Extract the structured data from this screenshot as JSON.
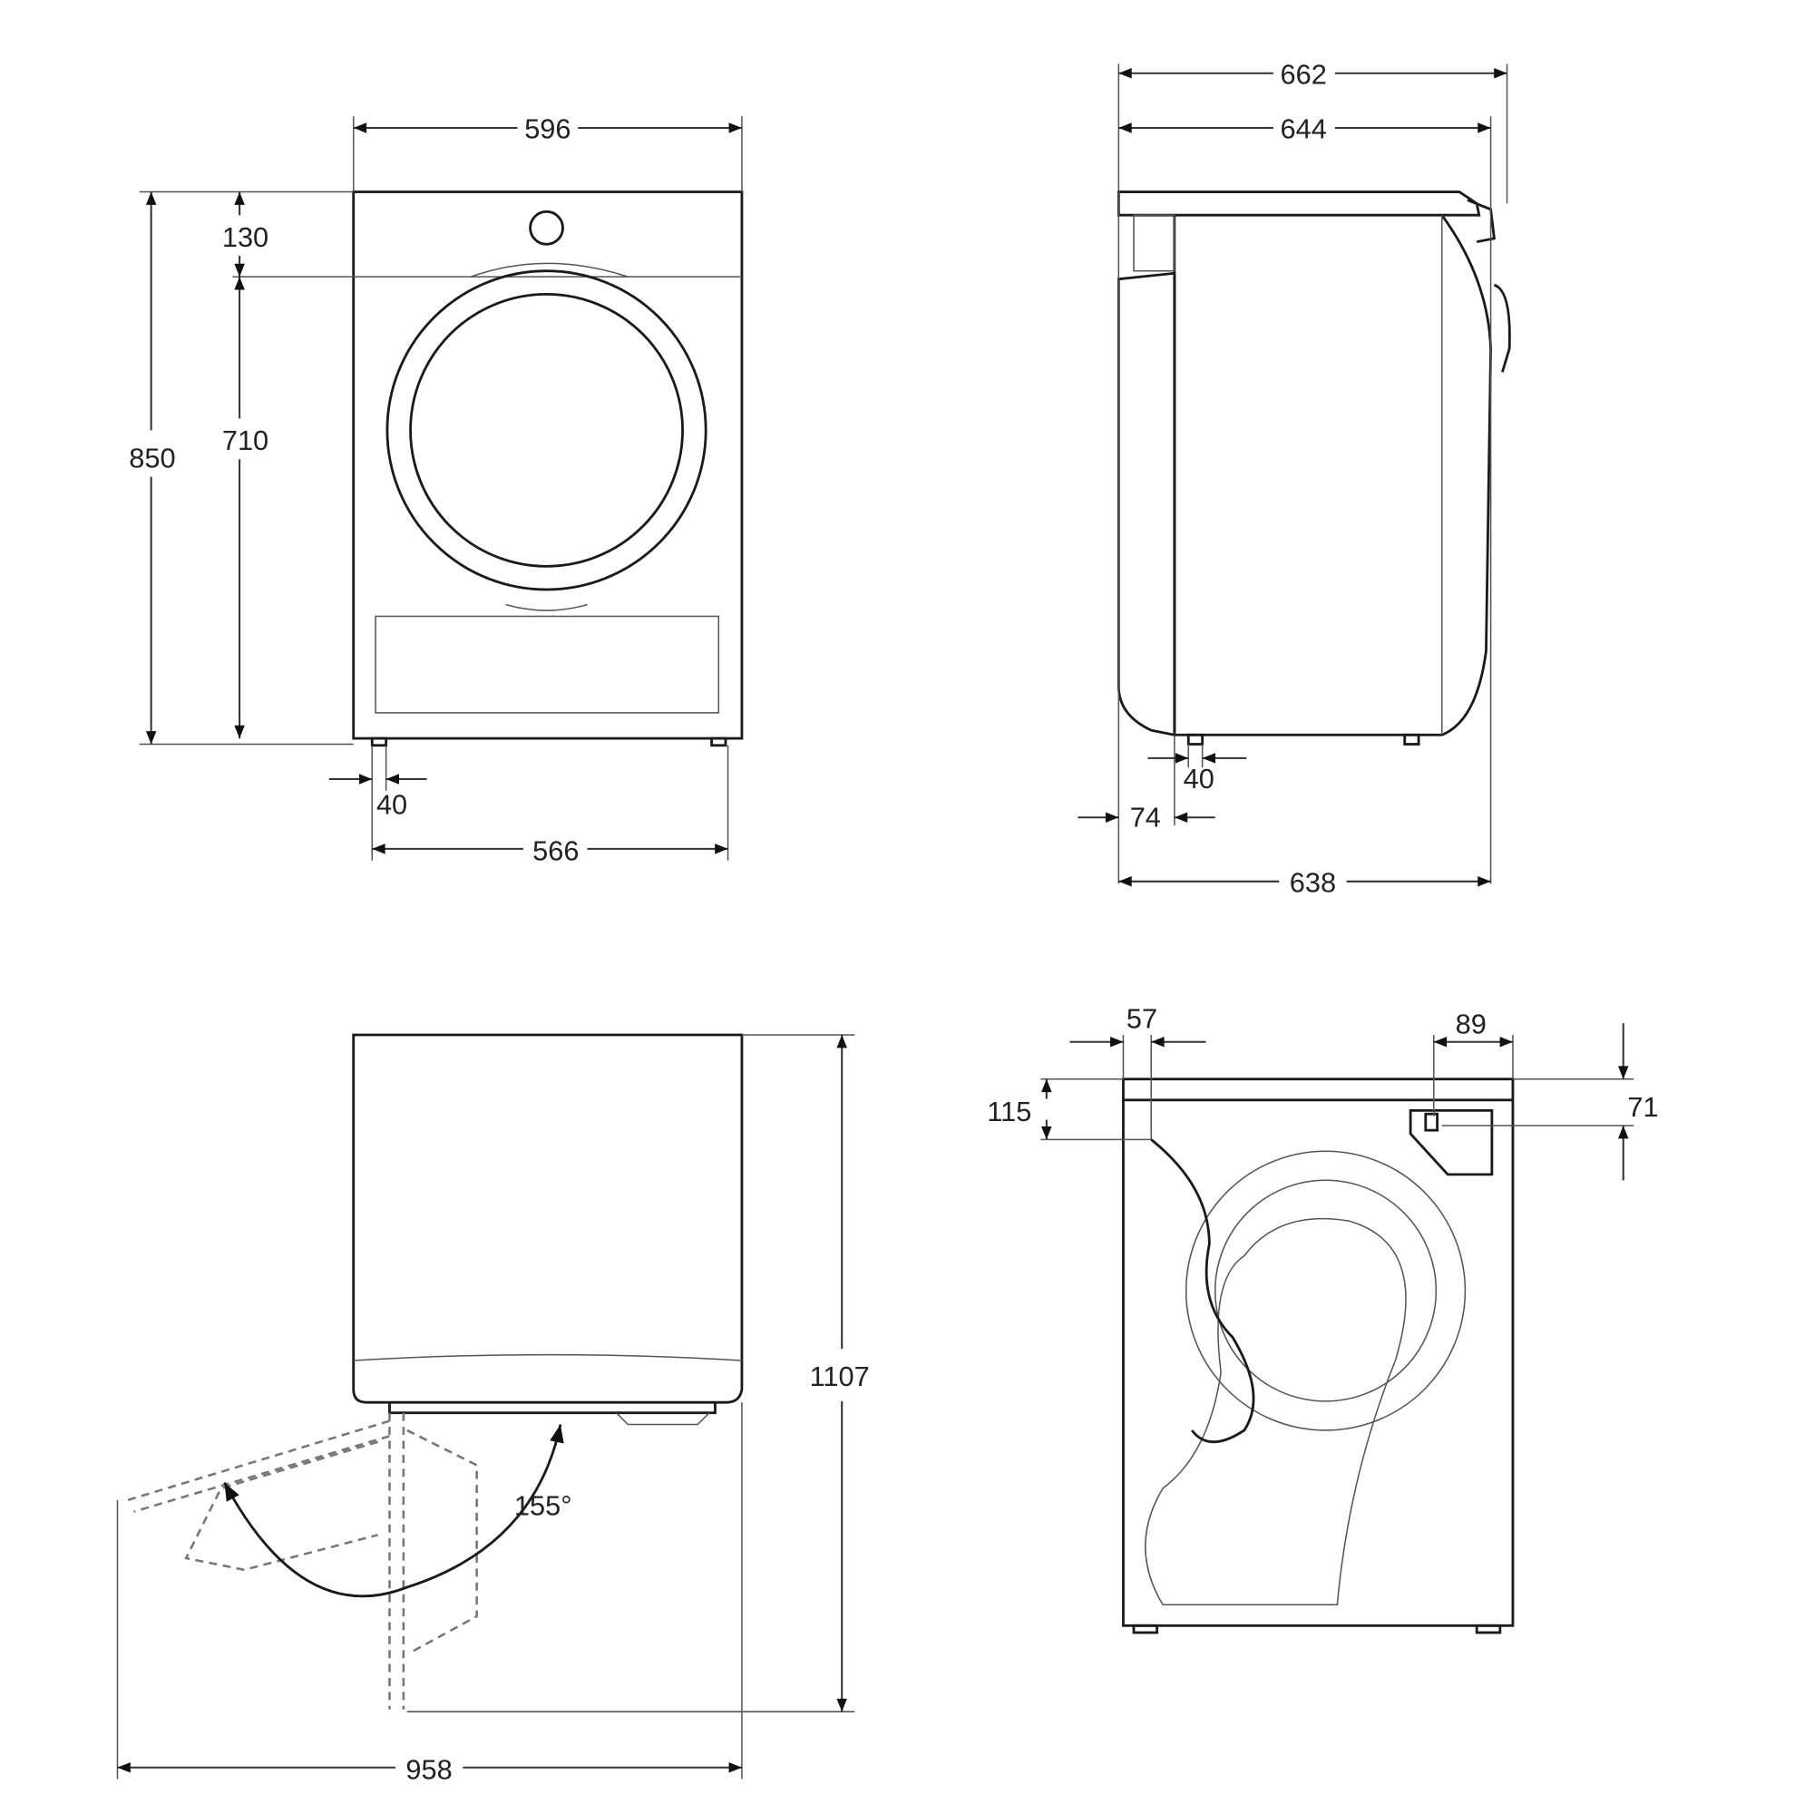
{
  "front_view": {
    "width": "596",
    "height": "850",
    "top_panel": "130",
    "door_height": "710",
    "foot_offset": "40",
    "feet_span": "566"
  },
  "side_view": {
    "depth_total": "662",
    "depth_body": "644",
    "foot_offset": "40",
    "rear_offset": "74",
    "depth_feet": "638"
  },
  "top_view": {
    "height_door_open": "1107",
    "door_angle": "155°",
    "width_door_open": "958"
  },
  "rear_view": {
    "hose_offset_x": "57",
    "hose_offset_y": "115",
    "outlet_width": "89",
    "outlet_height": "71"
  }
}
